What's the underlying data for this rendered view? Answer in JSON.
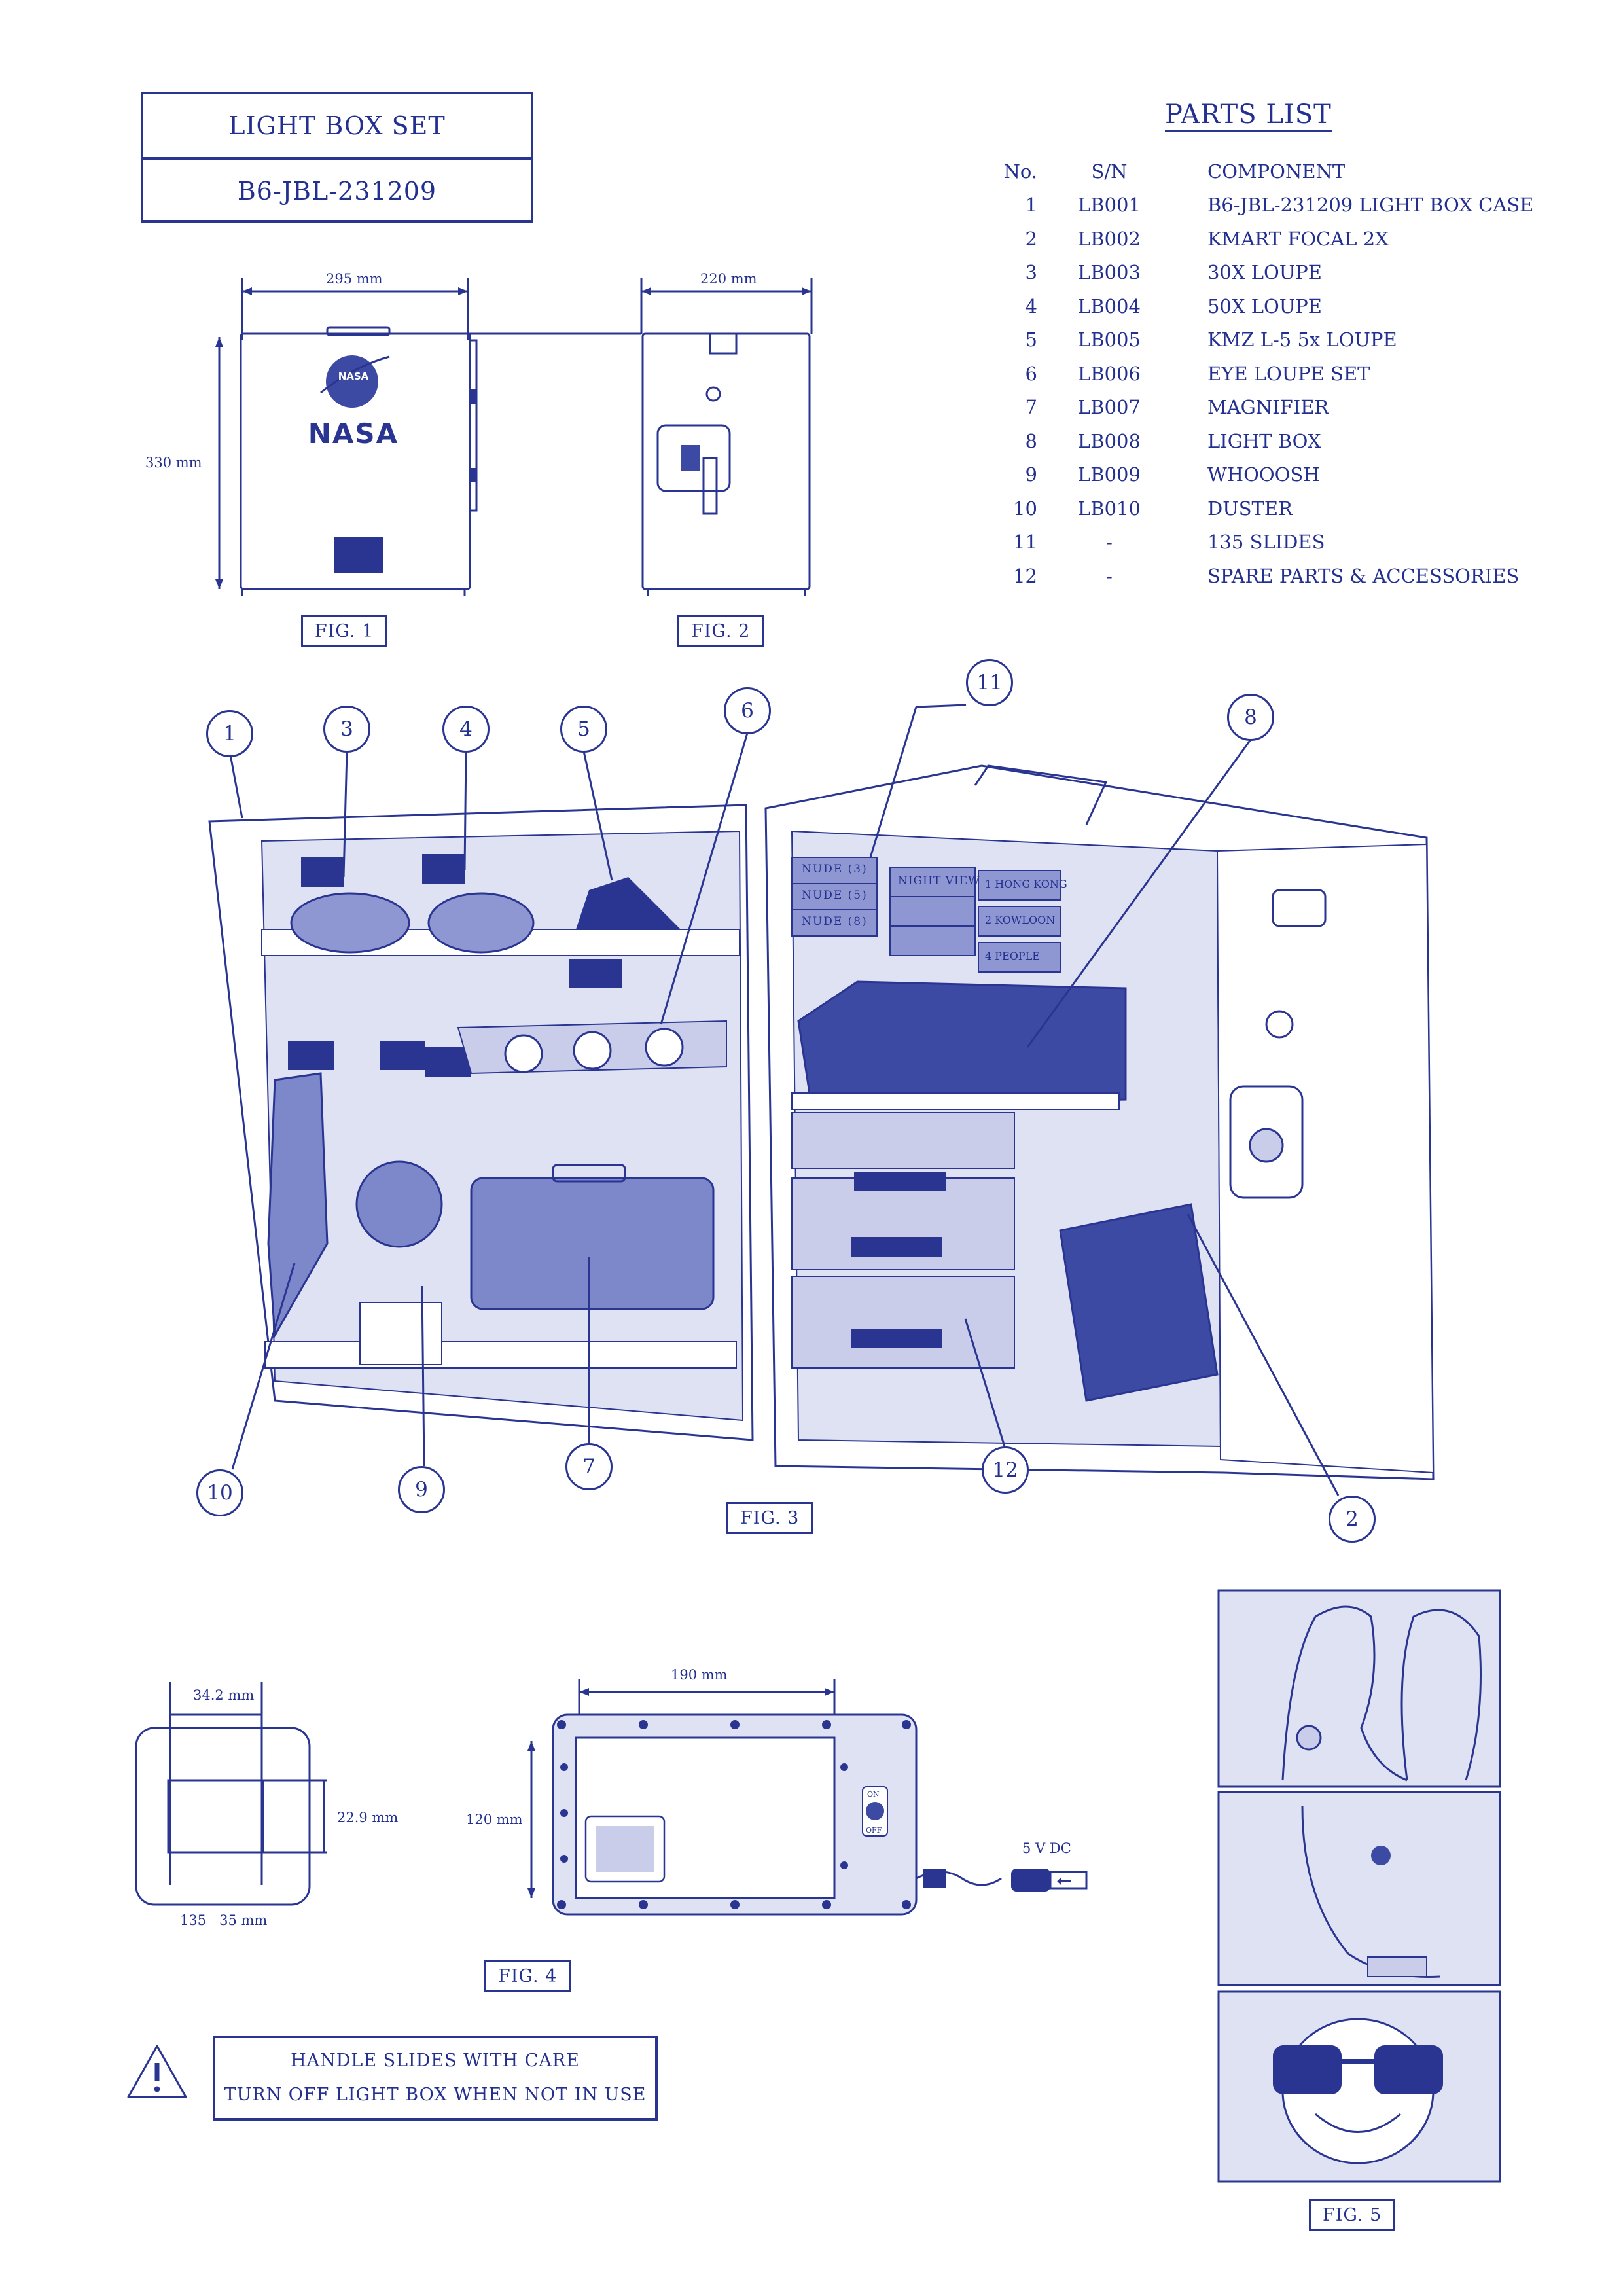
{
  "title": {
    "line1": "LIGHT BOX SET",
    "line2": "B6-JBL-231209"
  },
  "parts_list": {
    "heading": "PARTS LIST",
    "columns": [
      "No.",
      "S/N",
      "COMPONENT"
    ],
    "rows": [
      [
        "1",
        "LB001",
        "B6-JBL-231209 LIGHT BOX CASE"
      ],
      [
        "2",
        "LB002",
        "KMART FOCAL 2X"
      ],
      [
        "3",
        "LB003",
        "30X LOUPE"
      ],
      [
        "4",
        "LB004",
        "50X LOUPE"
      ],
      [
        "5",
        "LB005",
        "KMZ L-5 5x LOUPE"
      ],
      [
        "6",
        "LB006",
        "EYE LOUPE SET"
      ],
      [
        "7",
        "LB007",
        "MAGNIFIER"
      ],
      [
        "8",
        "LB008",
        "LIGHT BOX"
      ],
      [
        "9",
        "LB009",
        "WHOOOSH"
      ],
      [
        "10",
        "LB010",
        "DUSTER"
      ],
      [
        "11",
        "-",
        "135 SLIDES"
      ],
      [
        "12",
        "-",
        "SPARE PARTS & ACCESSORIES"
      ]
    ]
  },
  "fig1": {
    "label": "FIG. 1",
    "width": "295 mm",
    "height": "330 mm",
    "logo_meatball": "NASA",
    "logo_worm": "NASA"
  },
  "fig2": {
    "label": "FIG. 2",
    "width": "220 mm"
  },
  "fig3": {
    "label": "FIG. 3",
    "callouts": [
      "1",
      "3",
      "4",
      "5",
      "6",
      "11",
      "8",
      "10",
      "9",
      "7",
      "12",
      "2"
    ],
    "slide_labels": [
      "NUDE (3)",
      "NUDE (5)",
      "NUDE (8)",
      "NIGHT VIEW",
      "1 HONG KONG",
      "2 KOWLOON",
      "4 PEOPLE"
    ]
  },
  "fig4": {
    "label": "FIG. 4",
    "slide_width": "34.2 mm",
    "slide_height": "22.9  mm",
    "slide_format": "135   35 mm",
    "box_width": "190 mm",
    "box_height": "120 mm",
    "power": "5 V DC",
    "switch_on": "ON",
    "switch_off": "OFF"
  },
  "fig5": {
    "label": "FIG. 5"
  },
  "warning": {
    "icon": "warning-triangle-icon",
    "line1": "HANDLE SLIDES WITH CARE",
    "line2": "TURN OFF LIGHT BOX WHEN NOT IN USE"
  },
  "colors": {
    "ink": "#2a3592",
    "fill": "#c9cdea",
    "dark_fill": "#3d4aa3"
  }
}
